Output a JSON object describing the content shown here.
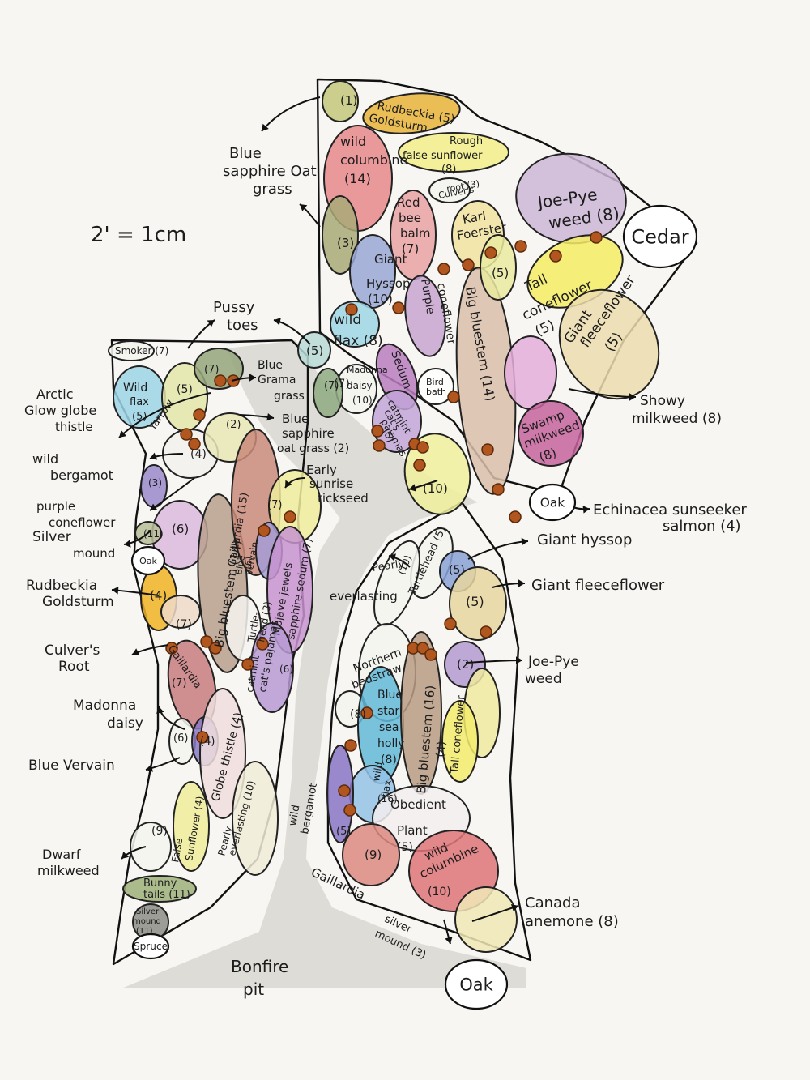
{
  "scale_note": "2' = 1cm",
  "colors": {
    "paper": "#f7f6f2",
    "path_gray": "#d9d9d4",
    "dot_brown": "#b1561f"
  },
  "plots": [
    {
      "text": "(1)",
      "color": "#c3c77a"
    },
    {
      "text": "Rudbeckia (5) Goldsturm",
      "color": "#e7b43a"
    },
    {
      "text": "Rough false sunflower (8)",
      "color": "#f2ee8a"
    },
    {
      "text": "wild columbine (14)",
      "color": "#e8888c"
    },
    {
      "text": "Culver's root (3)",
      "color": "#f5f5f0"
    },
    {
      "text": "Red bee balm (7)",
      "color": "#e9a2a4"
    },
    {
      "text": "Karl Foerster",
      "color": "#f1e3a0"
    },
    {
      "text": "Joe-Pye weed (8)",
      "color": "#cdb6d6"
    },
    {
      "text": "(3)",
      "color": "#a9a978"
    },
    {
      "text": "Giant Hyssop (10)",
      "color": "#9aa7d6"
    },
    {
      "text": "Purple coneflower",
      "color": "#c9a4d1"
    },
    {
      "text": "Big bluestem (14)",
      "color": "#d9c0aa"
    },
    {
      "text": "(5)",
      "color": "#eaeaa0"
    },
    {
      "text": "Tall coneflower (5)",
      "color": "#f4ec64"
    },
    {
      "text": "Giant fleeceflower (5)",
      "color": "#ecdcae"
    },
    {
      "text": "wild flax (8)",
      "color": "#9fd6e6"
    },
    {
      "text": "(5)",
      "color": "#b8d9d6"
    },
    {
      "text": "Madonna daisy (10)",
      "color": "#f5f5f0"
    },
    {
      "text": "Sedum",
      "color": "#b87cbf"
    },
    {
      "text": "Bird bath",
      "color": "#ffffff"
    },
    {
      "text": "catmint cat's pajamas (5)",
      "color": "#c2a6d8"
    },
    {
      "text": "(10)",
      "color": "#f1f09c"
    },
    {
      "text": "(7)",
      "color": "#e4aedc"
    },
    {
      "text": "Swamp milkweed (8)",
      "color": "#c6649e"
    },
    {
      "text": "Smoker (7)",
      "color": "#f5f5f0"
    },
    {
      "text": "Wild flax (5)",
      "color": "#9cd3e6"
    },
    {
      "text": "Yarrow (5)",
      "color": "#e3e6a8"
    },
    {
      "text": "(7)",
      "color": "#94a67a"
    },
    {
      "text": "(7)",
      "color": "#8faa82"
    },
    {
      "text": "(4)",
      "color": "#f2f1ee"
    },
    {
      "text": "(3)",
      "color": "#9a8acb"
    },
    {
      "text": "(6)",
      "color": "#dcb8de"
    },
    {
      "text": "(11)",
      "color": "#b7bd96"
    },
    {
      "text": "(4)",
      "color": "#f0b324"
    },
    {
      "text": "(7)",
      "color": "#eedac8"
    },
    {
      "text": "(2)",
      "color": "#e9e7b6"
    },
    {
      "text": "Big bluestem (14)",
      "color": "#b8a08e"
    },
    {
      "text": "Gaillardia (15)",
      "color": "#c98a7a"
    },
    {
      "text": "(7)",
      "color": "#f0ec9e"
    },
    {
      "text": "Blue vervain (6)",
      "color": "#a59cd6"
    },
    {
      "text": "Turtle-head (3)",
      "color": "#f6f3f0"
    },
    {
      "text": "Mojave jewels sapphire sedum (7)",
      "color": "#c793d0"
    },
    {
      "text": "catmint cat's pajamas (6)",
      "color": "#b79ad4"
    },
    {
      "text": "Gaillardia (7)",
      "color": "#c87c80"
    },
    {
      "text": "(6)",
      "color": "#f5f5f0"
    },
    {
      "text": "(4)",
      "color": "#8a78c4"
    },
    {
      "text": "Globe thistle (4)",
      "color": "#f0dede"
    },
    {
      "text": "Pearly everlasting (10)",
      "color": "#f1ecd8"
    },
    {
      "text": "False Sunflower (4)",
      "color": "#efec9a"
    },
    {
      "text": "(9)",
      "color": "#f5f5f0"
    },
    {
      "text": "Bunny tails (11)",
      "color": "#9db07a"
    },
    {
      "text": "Silver mound (11)",
      "color": "#8b8d86"
    },
    {
      "text": "Turtlehead (5)",
      "color": "#f5f5f0"
    },
    {
      "text": "(10)",
      "color": "#f5f5f0"
    },
    {
      "text": "(5)",
      "color": "#88a2d6"
    },
    {
      "text": "(5)",
      "color": "#e8d6a0"
    },
    {
      "text": "(2)",
      "color": "#b49ad1"
    },
    {
      "text": "(4)",
      "color": "#f0eaa0"
    },
    {
      "text": "Tall coneflower",
      "color": "#f3ec6c"
    },
    {
      "text": "Northern bedstraw",
      "color": "#f5f5f0"
    },
    {
      "text": "(8)",
      "color": "#f5f5f0"
    },
    {
      "text": "Blue star sea holly (8)",
      "color": "#62b9d8"
    },
    {
      "text": "Big bluestem (16)",
      "color": "#b79b84"
    },
    {
      "text": "wild flax (16)",
      "color": "#94c3e6"
    },
    {
      "text": "(5)",
      "color": "#8a74c6"
    },
    {
      "text": "Obedient Plant (5)",
      "color": "#f4eef0"
    },
    {
      "text": "(9)",
      "color": "#dc8a80"
    },
    {
      "text": "wild columbine (10)",
      "color": "#de7478"
    },
    {
      "text": "",
      "color": "#f0e7b6"
    }
  ],
  "plot_labels": [
    {
      "text": "(1)",
      "size": 15
    },
    {
      "text": "Rudbeckia (5)",
      "size": 14
    },
    {
      "text": "Goldsturm",
      "size": 14
    },
    {
      "text": "Rough",
      "size": 13
    },
    {
      "text": "false sunflower",
      "size": 13
    },
    {
      "text": "(8)",
      "size": 13
    },
    {
      "text": "wild",
      "size": 16
    },
    {
      "text": "columbine",
      "size": 16
    },
    {
      "text": "(14)",
      "size": 16
    },
    {
      "text": "Culver's",
      "size": 11
    },
    {
      "text": "root (3)",
      "size": 11
    },
    {
      "text": "Red",
      "size": 15
    },
    {
      "text": "bee",
      "size": 15
    },
    {
      "text": "balm",
      "size": 15
    },
    {
      "text": "(7)",
      "size": 15
    },
    {
      "text": "Karl",
      "size": 15
    },
    {
      "text": "Foerster",
      "size": 15
    },
    {
      "text": "(5)",
      "size": 15
    },
    {
      "text": "Joe-Pye",
      "size": 20
    },
    {
      "text": "weed (8)",
      "size": 20
    },
    {
      "text": "(3)",
      "size": 15
    },
    {
      "text": "Giant",
      "size": 15
    },
    {
      "text": "Hyssop",
      "size": 15
    },
    {
      "text": "(10)",
      "size": 15
    },
    {
      "text": "Purple",
      "size": 14
    },
    {
      "text": "coneflower",
      "size": 14
    },
    {
      "text": "Big bluestem (14)",
      "size": 16
    },
    {
      "text": "Tall",
      "size": 17
    },
    {
      "text": "coneflower",
      "size": 17
    },
    {
      "text": "(5)",
      "size": 17
    },
    {
      "text": "Giant",
      "size": 17
    },
    {
      "text": "fleeceflower",
      "size": 17
    },
    {
      "text": "(5)",
      "size": 17
    },
    {
      "text": "wild",
      "size": 17
    },
    {
      "text": "flax (8)",
      "size": 17
    },
    {
      "text": "(5)",
      "size": 15
    },
    {
      "text": "Madonna",
      "size": 11
    },
    {
      "text": "daisy",
      "size": 12
    },
    {
      "text": "(10)",
      "size": 12
    },
    {
      "text": "Sedum",
      "size": 14
    },
    {
      "text": "Bird",
      "size": 11
    },
    {
      "text": "bath",
      "size": 11
    },
    {
      "text": "catmint",
      "size": 12
    },
    {
      "text": "cat's",
      "size": 12
    },
    {
      "text": "pajamas",
      "size": 12
    },
    {
      "text": "(5)",
      "size": 12
    },
    {
      "text": "(10)",
      "size": 15
    },
    {
      "text": "(7)",
      "size": 14
    },
    {
      "text": "Swamp",
      "size": 15
    },
    {
      "text": "milkweed",
      "size": 15
    },
    {
      "text": "(8)",
      "size": 15
    },
    {
      "text": "Smoker (7)",
      "size": 12
    },
    {
      "text": "Wild",
      "size": 14
    },
    {
      "text": "flax",
      "size": 13
    },
    {
      "text": "(5)",
      "size": 13
    },
    {
      "text": "(5)",
      "size": 14
    },
    {
      "text": "Yarrow",
      "size": 13
    },
    {
      "text": "(7)",
      "size": 13
    },
    {
      "text": "(7)",
      "size": 13
    },
    {
      "text": "(4)",
      "size": 14
    },
    {
      "text": "(3)",
      "size": 12
    },
    {
      "text": "(6)",
      "size": 15
    },
    {
      "text": "(11)",
      "size": 12
    },
    {
      "text": "(4)",
      "size": 15
    },
    {
      "text": "(7)",
      "size": 14
    },
    {
      "text": "(2)",
      "size": 13
    },
    {
      "text": "Big bluestem (14)",
      "size": 15
    },
    {
      "text": "Gaillardia (15)",
      "size": 13
    },
    {
      "text": "(7)",
      "size": 13
    },
    {
      "text": "Blue",
      "size": 11
    },
    {
      "text": "vervain",
      "size": 11
    },
    {
      "text": "(6)",
      "size": 11
    },
    {
      "text": "Turtle-",
      "size": 12
    },
    {
      "text": "head (3)",
      "size": 12
    },
    {
      "text": "Mojave jewels",
      "size": 13
    },
    {
      "text": "sapphire sedum (7)",
      "size": 13
    },
    {
      "text": "catmint",
      "size": 12
    },
    {
      "text": "cat's pajamas",
      "size": 13
    },
    {
      "text": "(6)",
      "size": 12
    },
    {
      "text": "Gaillardia",
      "size": 13
    },
    {
      "text": "(7)",
      "size": 13
    },
    {
      "text": "(6)",
      "size": 13
    },
    {
      "text": "(4)",
      "size": 13
    },
    {
      "text": "Globe thistle (4)",
      "size": 14
    },
    {
      "text": "Pearly",
      "size": 12
    },
    {
      "text": "everlasting (10)",
      "size": 12
    },
    {
      "text": "False",
      "size": 12
    },
    {
      "text": "Sunflower (4)",
      "size": 12
    },
    {
      "text": "(9)",
      "size": 14
    },
    {
      "text": "Bunny",
      "size": 13
    },
    {
      "text": "tails (11)",
      "size": 13
    },
    {
      "text": "Silver",
      "size": 10
    },
    {
      "text": "mound",
      "size": 10
    },
    {
      "text": "(11)",
      "size": 10
    },
    {
      "text": "(10)",
      "size": 12
    },
    {
      "text": "Turtlehead (5)",
      "size": 13
    },
    {
      "text": "(5)",
      "size": 14
    },
    {
      "text": "(5)",
      "size": 16
    },
    {
      "text": "(2)",
      "size": 15
    },
    {
      "text": "(4)",
      "size": 14
    },
    {
      "text": "Tall coneflower",
      "size": 13
    },
    {
      "text": "Northern",
      "size": 14
    },
    {
      "text": "bedstraw",
      "size": 14
    },
    {
      "text": "(8)",
      "size": 14
    },
    {
      "text": "Blue",
      "size": 14
    },
    {
      "text": "star",
      "size": 14
    },
    {
      "text": "sea",
      "size": 14
    },
    {
      "text": "holly",
      "size": 14
    },
    {
      "text": "(8)",
      "size": 14
    },
    {
      "text": "Big bluestem (16)",
      "size": 15
    },
    {
      "text": "wild",
      "size": 12
    },
    {
      "text": "flax",
      "size": 12
    },
    {
      "text": "(16)",
      "size": 12
    },
    {
      "text": "(5)",
      "size": 13
    },
    {
      "text": "Obedient",
      "size": 15
    },
    {
      "text": "Plant",
      "size": 15
    },
    {
      "text": "(5)",
      "size": 14
    },
    {
      "text": "(9)",
      "size": 15
    },
    {
      "text": "wild",
      "size": 15
    },
    {
      "text": "columbine",
      "size": 15
    },
    {
      "text": "(10)",
      "size": 14
    }
  ],
  "callouts": [
    {
      "text": "Blue"
    },
    {
      "text": "sapphire Oat"
    },
    {
      "text": "grass"
    },
    {
      "text": "Pussy"
    },
    {
      "text": "toes"
    },
    {
      "text": "Blue"
    },
    {
      "text": "Grama"
    },
    {
      "text": "grass"
    },
    {
      "text": "Blue"
    },
    {
      "text": "sapphire"
    },
    {
      "text": "oat grass (2)"
    },
    {
      "text": "Early"
    },
    {
      "text": "sunrise"
    },
    {
      "text": "tickseed"
    },
    {
      "text": "Arctic"
    },
    {
      "text": "Glow globe"
    },
    {
      "text": "thistle"
    },
    {
      "text": "wild"
    },
    {
      "text": "bergamot"
    },
    {
      "text": "purple"
    },
    {
      "text": "coneflower"
    },
    {
      "text": "Silver"
    },
    {
      "text": "mound"
    },
    {
      "text": "Rudbeckia"
    },
    {
      "text": "Goldsturm"
    },
    {
      "text": "Culver's"
    },
    {
      "text": "Root"
    },
    {
      "text": "Madonna"
    },
    {
      "text": "daisy"
    },
    {
      "text": "Blue Vervain"
    },
    {
      "text": "Dwarf"
    },
    {
      "text": "milkweed"
    },
    {
      "text": "Showy"
    },
    {
      "text": "milkweed (8)"
    },
    {
      "text": "Echinacea sunseeker"
    },
    {
      "text": "salmon (4)"
    },
    {
      "text": "Giant hyssop"
    },
    {
      "text": "Giant fleeceflower"
    },
    {
      "text": "Joe-Pye"
    },
    {
      "text": "weed"
    },
    {
      "text": "Pearly"
    },
    {
      "text": "everlasting"
    },
    {
      "text": "wild"
    },
    {
      "text": "bergamot"
    },
    {
      "text": "Gaillardia"
    },
    {
      "text": "silver"
    },
    {
      "text": "mound (3)"
    },
    {
      "text": "Canada"
    },
    {
      "text": "anemone (8)"
    },
    {
      "text": "Bonfire"
    },
    {
      "text": "pit"
    }
  ],
  "trees": [
    {
      "text": "Cedar"
    },
    {
      "text": "Oak"
    },
    {
      "text": "Oak"
    },
    {
      "text": "Oak"
    },
    {
      "text": "Spruce"
    }
  ]
}
